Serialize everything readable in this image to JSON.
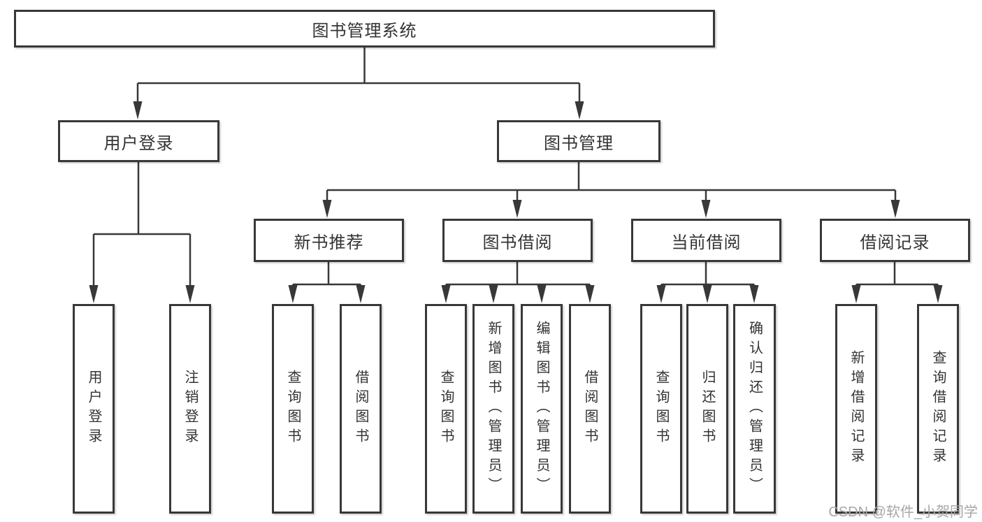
{
  "title": {
    "label": "图书管理系统"
  },
  "branches": {
    "user_login": {
      "label": "用户登录"
    },
    "book_management": {
      "label": "图书管理"
    }
  },
  "sections": {
    "new_book_recommend": {
      "label": "新书推荐"
    },
    "book_borrowing": {
      "label": "图书借阅"
    },
    "current_borrowing": {
      "label": "当前借阅"
    },
    "borrowing_records": {
      "label": "借阅记录"
    }
  },
  "leaves": {
    "user_login": {
      "label": "用户登录"
    },
    "logout": {
      "label": "注销登录"
    },
    "rec_query_books": {
      "label": "查询图书"
    },
    "rec_borrow_books": {
      "label": "借阅图书"
    },
    "bb_query_books": {
      "label": "查询图书"
    },
    "bb_add_books_admin": {
      "label": "新增图书（管理员）"
    },
    "bb_edit_books_admin": {
      "label": "编辑图书（管理员）"
    },
    "bb_borrow_books": {
      "label": "借阅图书"
    },
    "cb_query_books": {
      "label": "查询图书"
    },
    "cb_return_books": {
      "label": "归还图书"
    },
    "cb_confirm_return_admin": {
      "label": "确认归还（管理员）"
    },
    "br_add_record": {
      "label": "新增借阅记录"
    },
    "br_query_record": {
      "label": "查询借阅记录"
    }
  },
  "watermark": {
    "text": "CSDN @软件_小贺同学"
  },
  "colors": {
    "line": "#383838",
    "text": "#333333",
    "background": "#ffffff",
    "watermark": "#a7a7ab"
  }
}
